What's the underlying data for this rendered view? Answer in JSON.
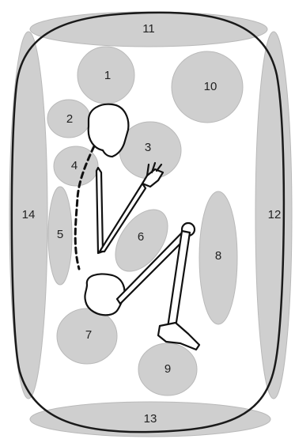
{
  "zones": [
    {
      "id": "zone-1",
      "label": "1"
    },
    {
      "id": "zone-2",
      "label": "2"
    },
    {
      "id": "zone-3",
      "label": "3"
    },
    {
      "id": "zone-4",
      "label": "4"
    },
    {
      "id": "zone-5",
      "label": "5"
    },
    {
      "id": "zone-6",
      "label": "6"
    },
    {
      "id": "zone-7",
      "label": "7"
    },
    {
      "id": "zone-8",
      "label": "8"
    },
    {
      "id": "zone-9",
      "label": "9"
    },
    {
      "id": "zone-10",
      "label": "10"
    },
    {
      "id": "zone-11",
      "label": "11"
    },
    {
      "id": "zone-12",
      "label": "12"
    },
    {
      "id": "zone-13",
      "label": "13"
    },
    {
      "id": "zone-14",
      "label": "14"
    }
  ],
  "colors": {
    "zone_fill": "#cfcfcf",
    "outline": "#1a1a1a",
    "bone": "#ffffff"
  }
}
